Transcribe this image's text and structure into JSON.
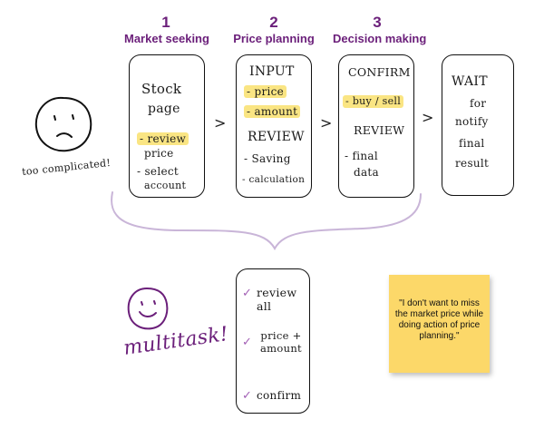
{
  "steps": [
    {
      "number": "1",
      "label": "Market seeking"
    },
    {
      "number": "2",
      "label": "Price planning"
    },
    {
      "number": "3",
      "label": "Decision making"
    }
  ],
  "card1": {
    "lines": [
      "Stock",
      "page",
      "- review",
      "price",
      "- select",
      "account"
    ]
  },
  "card2": {
    "lines": [
      "INPUT",
      "- price",
      "- amount",
      "REVIEW",
      "- Saving",
      "- calculation"
    ]
  },
  "card3": {
    "lines": [
      "CONFIRM",
      "- buy / sell",
      "REVIEW",
      "- final",
      "data"
    ]
  },
  "card4": {
    "lines": [
      "WAIT",
      "for",
      "notify",
      "final",
      "result"
    ]
  },
  "arrows": [
    ">",
    ">",
    ">"
  ],
  "sad_caption": "too complicated!",
  "happy_caption": "multitask!",
  "combined": {
    "items": [
      "review all",
      "price + amount",
      "confirm"
    ]
  },
  "quote": "\"I don't want to miss the market price while doing action of price planning.\"",
  "colors": {
    "accent": "#6b1f7a",
    "highlight": "#f8dc5a",
    "sticky": "#fcd869",
    "brace": "#c9b5d8",
    "check": "#a25fb5"
  },
  "icons": [
    "sad-face-icon",
    "happy-face-icon",
    "checkmark-icon"
  ]
}
